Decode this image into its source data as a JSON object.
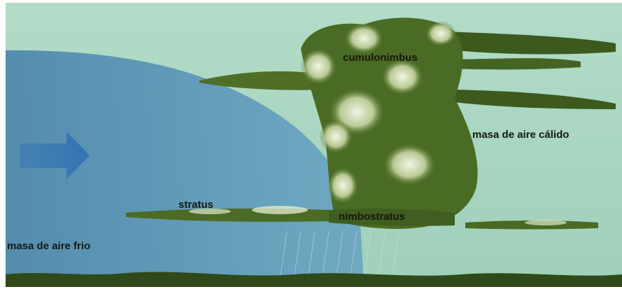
{
  "diagram": {
    "labels": {
      "cumulonimbus": "cumulonimbus",
      "warm_air": "masa de aire cálido",
      "stratus": "stratus",
      "nimbostratus": "nimbostratus",
      "cold_air": "masa de aire frio"
    },
    "colors": {
      "sky": "#a9d6c2",
      "cold_air_mass": "#5b94b6",
      "cloud_dark": "#3d5a1e",
      "cloud_light": "#e8efd8",
      "ground": "#2f4a18"
    },
    "icons": {
      "movement_arrow": "arrow-right-icon"
    }
  }
}
